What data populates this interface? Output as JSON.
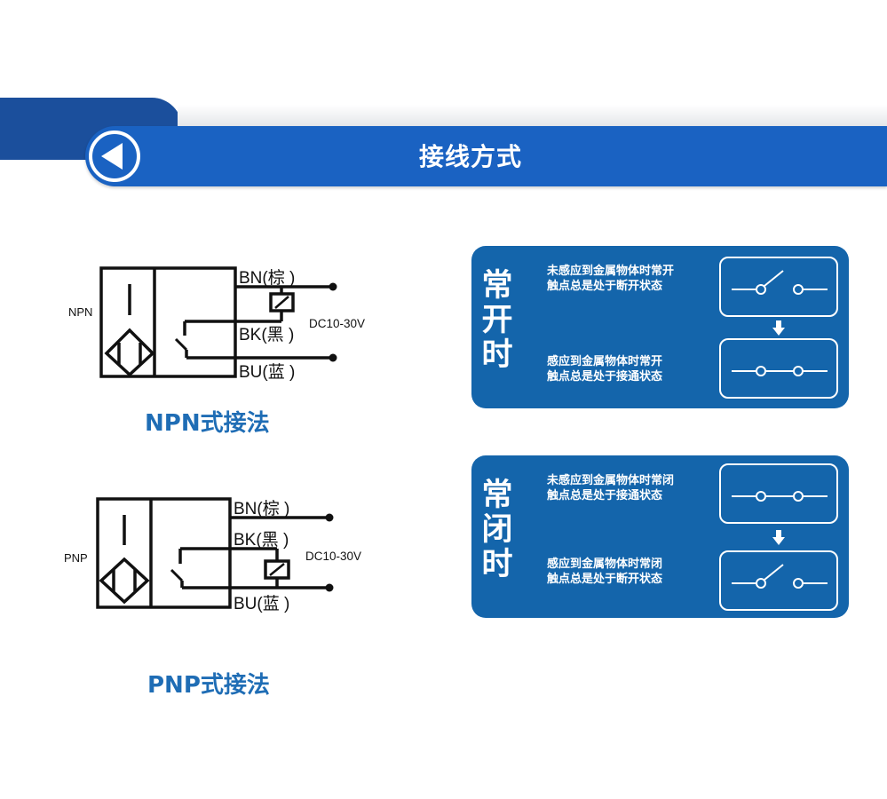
{
  "header": {
    "title": "接线方式",
    "back_icon": "back-arrow-circle-icon",
    "colors": {
      "bar": "#1a62c2",
      "tab": "#1b4f9c"
    }
  },
  "wiring": {
    "npn": {
      "type_label": "NPN",
      "brown_label": "BN(棕 )",
      "black_label": "BK(黑 )",
      "blue_label": "BU(蓝 )",
      "voltage": "DC10-30V",
      "caption": "NPN式接法"
    },
    "pnp": {
      "type_label": "PNP",
      "brown_label": "BN(棕 )",
      "black_label": "BK(黑 )",
      "blue_label": "BU(蓝 )",
      "voltage": "DC10-30V",
      "caption": "PNP式接法"
    },
    "caption_color": "#1f6db5"
  },
  "panels": {
    "normally_open": {
      "title_chars": [
        "常",
        "开",
        "时"
      ],
      "top_line1": "未感应到金属物体时常开",
      "top_line2": "触点总是处于断开状态",
      "bottom_line1": "感应到金属物体时常开",
      "bottom_line2": "触点总是处于接通状态",
      "top_switch": "switch-open-icon",
      "bottom_switch": "switch-closed-icon"
    },
    "normally_closed": {
      "title_chars": [
        "常",
        "闭",
        "时"
      ],
      "top_line1": "未感应到金属物体时常闭",
      "top_line2": "触点总是处于接通状态",
      "bottom_line1": "感应到金属物体时常闭",
      "bottom_line2": "触点总是处于断开状态",
      "top_switch": "switch-closed-icon",
      "bottom_switch": "switch-open-icon"
    },
    "panel_color": "#1465ab"
  }
}
